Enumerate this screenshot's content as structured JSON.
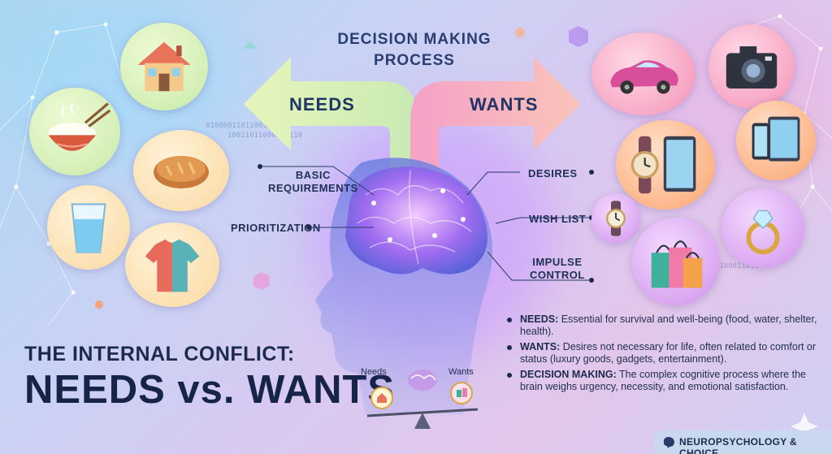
{
  "title": {
    "line1": "DECISION MAKING",
    "line2": "PROCESS"
  },
  "arrows": {
    "needs": "NEEDS",
    "wants": "WANTS"
  },
  "brain_labels": {
    "basic_requirements": {
      "line1": "BASIC",
      "line2": "REQUIREMENTS"
    },
    "prioritization": "PRIORITIZATION",
    "desires": "DESIRES",
    "wish_list": "WISH LIST",
    "impulse_control": {
      "line1": "IMPULSE",
      "line2": "CONTROL"
    }
  },
  "binary": {
    "line1": "0100001101100111",
    "line2": "10011011000110110",
    "line3": "110001101101"
  },
  "headline": {
    "line1": "THE INTERNAL CONFLICT:",
    "line2": "NEEDS vs. WANTS"
  },
  "scale": {
    "left_label": "Needs",
    "right_label": "Wants"
  },
  "definitions": [
    {
      "term": "NEEDS:",
      "text": "Essential for survival and well-being (food, water, shelter, health)."
    },
    {
      "term": "WANTS:",
      "text": "Desires not necessary for life, often related to comfort or status (luxury goods, gadgets, entertainment)."
    },
    {
      "term": "DECISION MAKING:",
      "text": "The complex cognitive process where the brain weighs urgency, necessity, and emotional satisfaction."
    }
  ],
  "brand": "NEUROPSYCHOLOGY & CHOICE",
  "icons": {
    "needs": [
      "house-icon",
      "rice-bowl-icon",
      "bread-icon",
      "water-glass-icon",
      "shirt-icon"
    ],
    "wants": [
      "sports-car-icon",
      "camera-icon",
      "smartwatch-tablet-icon",
      "phone-tablet-icon",
      "wristwatch-icon",
      "diamond-ring-icon",
      "shopping-bags-icon"
    ]
  },
  "colors": {
    "needs_arrow": "#d8f2a0",
    "wants_arrow": "#f7a2c2",
    "text_dark": "#1c2b4d",
    "brain_glow": "#b07df0"
  }
}
